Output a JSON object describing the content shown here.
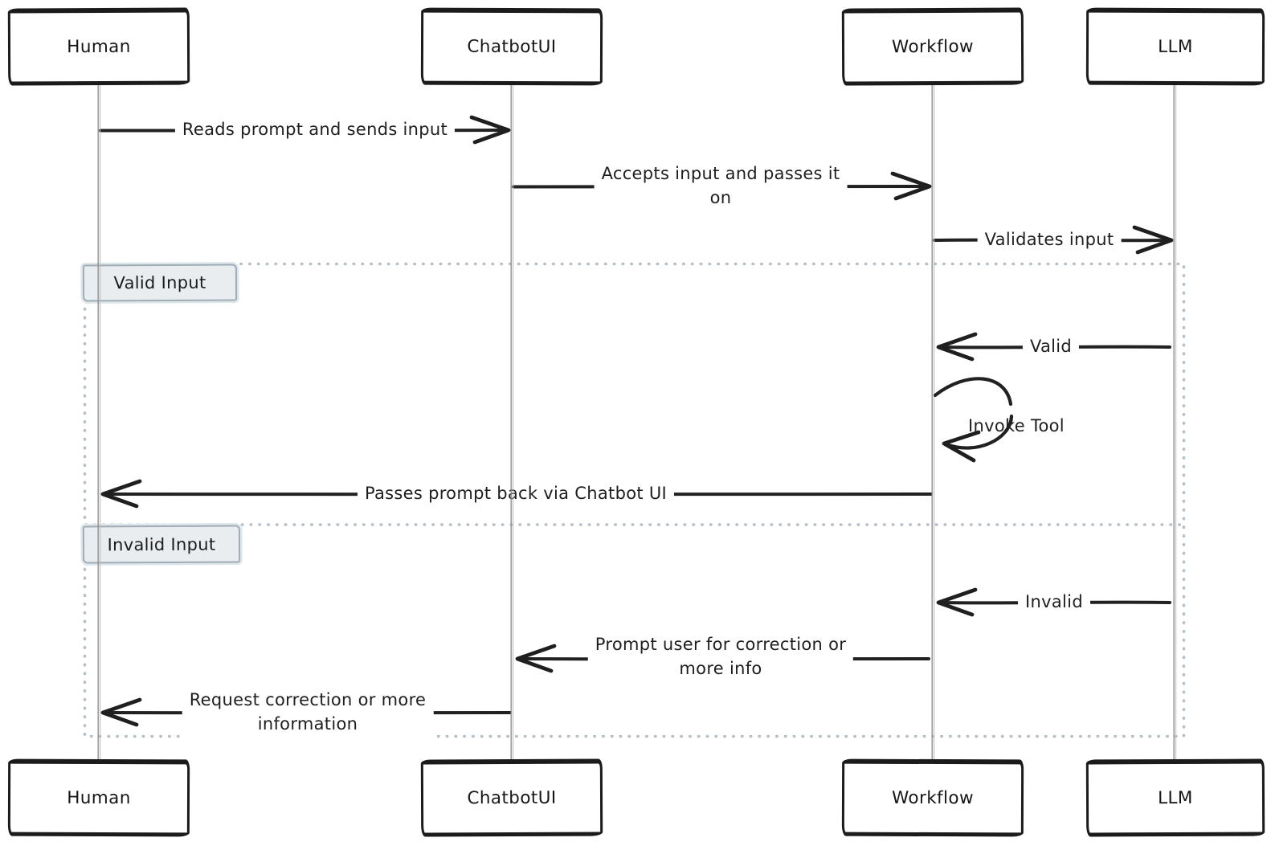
{
  "diagram": {
    "type": "sequence-diagram",
    "style": "hand-drawn",
    "colors": {
      "background": "#ffffff",
      "stroke": "#1f1f1f",
      "lifeline": "#979797",
      "frame_border": "#b6bfc6",
      "frame_label_fill": "#e9edf0",
      "frame_label_border": "#9fadb7",
      "text": "#1c1c1c"
    },
    "actors": [
      {
        "id": "human",
        "label": "Human"
      },
      {
        "id": "chatbotui",
        "label": "ChatbotUI"
      },
      {
        "id": "workflow",
        "label": "Workflow"
      },
      {
        "id": "llm",
        "label": "LLM"
      }
    ],
    "frames": [
      {
        "label": "Valid Input"
      },
      {
        "label": "Invalid Input"
      }
    ],
    "messages": [
      {
        "from": "Human",
        "to": "ChatbotUI",
        "label": "Reads prompt and sends input"
      },
      {
        "from": "ChatbotUI",
        "to": "Workflow",
        "label": "Accepts input and passes it\non"
      },
      {
        "from": "Workflow",
        "to": "LLM",
        "label": "Validates input"
      },
      {
        "from": "LLM",
        "to": "Workflow",
        "label": "Valid",
        "frame": "Valid Input"
      },
      {
        "from": "Workflow",
        "to": "Workflow",
        "label": "Invoke Tool",
        "frame": "Valid Input"
      },
      {
        "from": "Workflow",
        "to": "Human",
        "label": "Passes prompt back via Chatbot UI",
        "frame": "Valid Input"
      },
      {
        "from": "LLM",
        "to": "Workflow",
        "label": "Invalid",
        "frame": "Invalid Input"
      },
      {
        "from": "Workflow",
        "to": "ChatbotUI",
        "label": "Prompt user for correction or\nmore info",
        "frame": "Invalid Input"
      },
      {
        "from": "ChatbotUI",
        "to": "Human",
        "label": "Request correction or more\ninformation",
        "frame": "Invalid Input"
      }
    ]
  }
}
